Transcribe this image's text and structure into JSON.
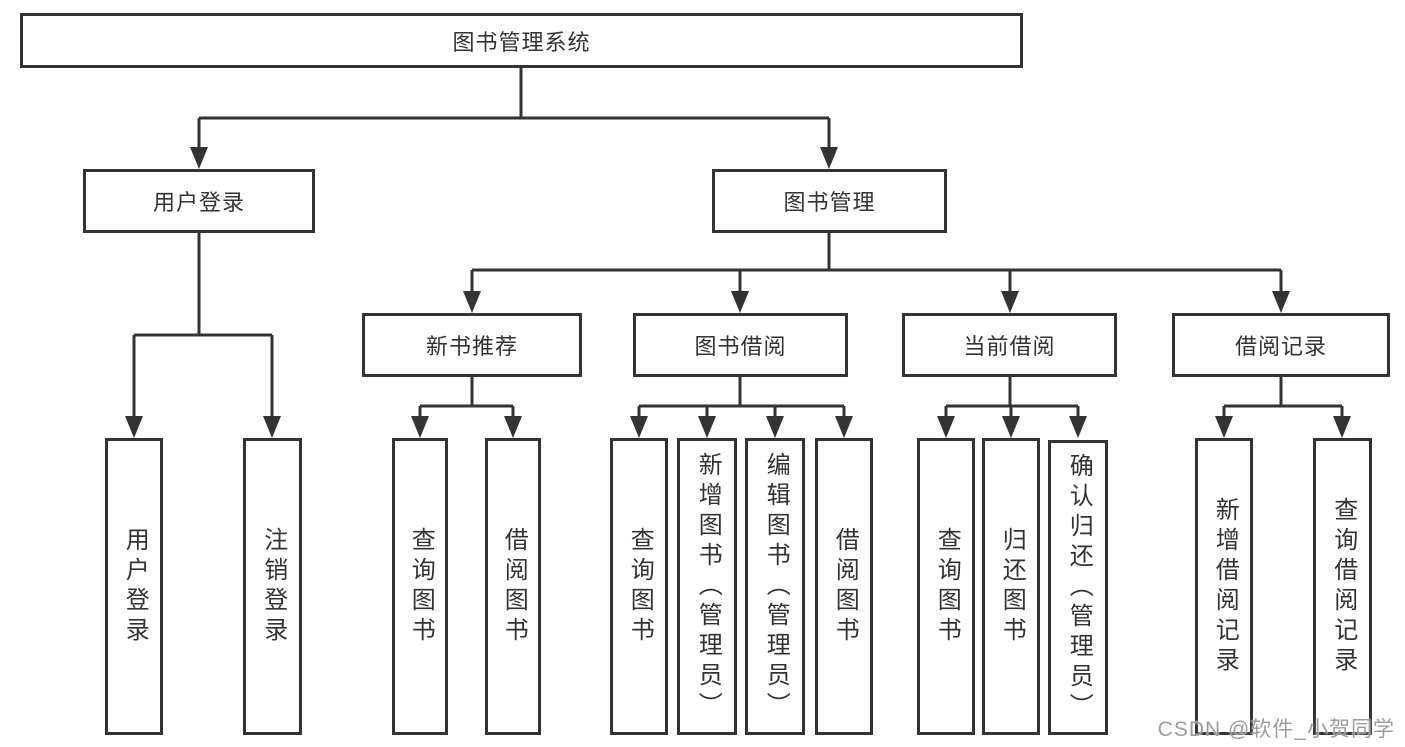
{
  "diagram_title": "图书管理系统",
  "watermark": "CSDN @软件_小贺同学",
  "colors": {
    "background": "#ffffff",
    "line": "#333333",
    "box_border": "#333333",
    "text": "#333333",
    "watermark_text": "#9c9c9c"
  },
  "hierarchy": {
    "label": "图书管理系统",
    "children": [
      {
        "label": "用户登录",
        "children": [
          {
            "label": "用户登录"
          },
          {
            "label": "注销登录"
          }
        ]
      },
      {
        "label": "图书管理",
        "children": [
          {
            "label": "新书推荐",
            "children": [
              {
                "label": "查询图书"
              },
              {
                "label": "借阅图书"
              }
            ]
          },
          {
            "label": "图书借阅",
            "children": [
              {
                "label": "查询图书"
              },
              {
                "label": "新增图书（管理员）"
              },
              {
                "label": "编辑图书（管理员）"
              },
              {
                "label": "借阅图书"
              }
            ]
          },
          {
            "label": "当前借阅",
            "children": [
              {
                "label": "查询图书"
              },
              {
                "label": "归还图书"
              },
              {
                "label": "确认归还（管理员）"
              }
            ]
          },
          {
            "label": "借阅记录",
            "children": [
              {
                "label": "新增借阅记录"
              },
              {
                "label": "查询借阅记录"
              }
            ]
          }
        ]
      }
    ]
  },
  "nodes": [
    {
      "label": "图书管理系统"
    },
    {
      "label": "用户登录"
    },
    {
      "label": "图书管理"
    },
    {
      "label": "新书推荐"
    },
    {
      "label": "图书借阅"
    },
    {
      "label": "当前借阅"
    },
    {
      "label": "借阅记录"
    },
    {
      "label": "用户登录"
    },
    {
      "label": "注销登录"
    },
    {
      "label": "查询图书"
    },
    {
      "label": "借阅图书"
    },
    {
      "label": "查询图书"
    },
    {
      "label": "新增图书（管理员）"
    },
    {
      "label": "编辑图书（管理员）"
    },
    {
      "label": "借阅图书"
    },
    {
      "label": "查询图书"
    },
    {
      "label": "归还图书"
    },
    {
      "label": "确认归还（管理员）"
    },
    {
      "label": "新增借阅记录"
    },
    {
      "label": "查询借阅记录"
    }
  ]
}
